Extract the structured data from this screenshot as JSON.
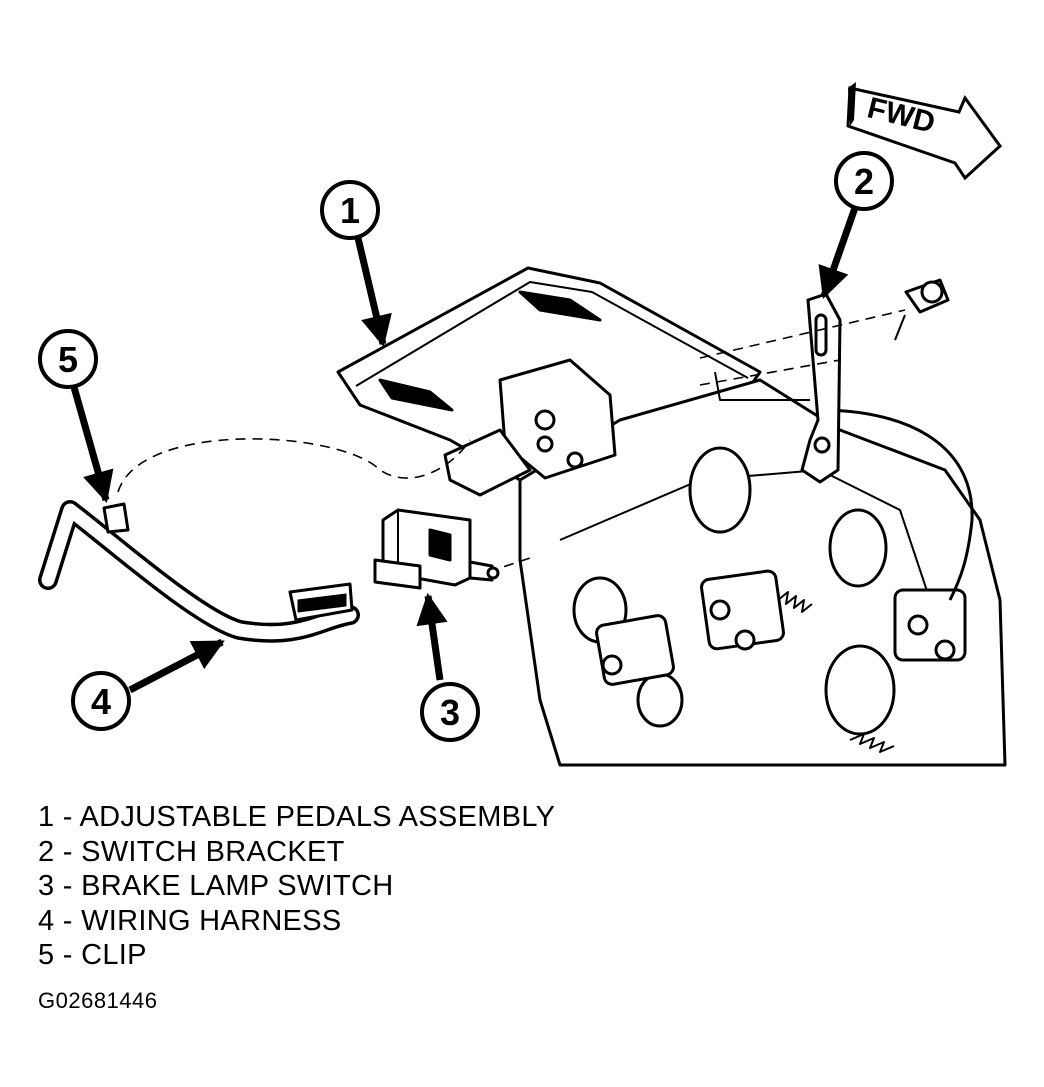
{
  "direction_label": "FWD",
  "callouts": [
    {
      "number": "1",
      "text": "ADJUSTABLE PEDALS ASSEMBLY"
    },
    {
      "number": "2",
      "text": "SWITCH BRACKET"
    },
    {
      "number": "3",
      "text": "BRAKE LAMP SWITCH"
    },
    {
      "number": "4",
      "text": "WIRING HARNESS"
    },
    {
      "number": "5",
      "text": "CLIP"
    }
  ],
  "legend": [
    "1 - ADJUSTABLE PEDALS ASSEMBLY",
    "2 - SWITCH BRACKET",
    "3 - BRAKE LAMP SWITCH",
    "4 - WIRING HARNESS",
    "5 - CLIP"
  ],
  "figure_id": "G02681446",
  "colors": {
    "line": "#000000",
    "background": "#ffffff"
  }
}
